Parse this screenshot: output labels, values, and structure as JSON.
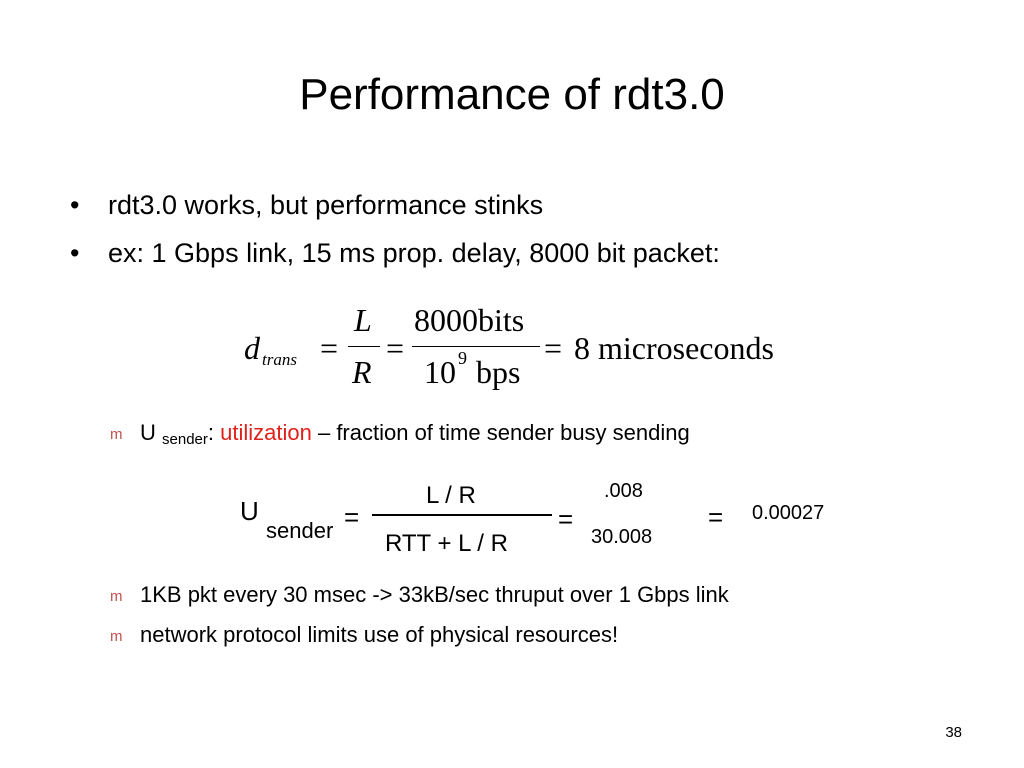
{
  "title": "Performance of rdt3.0",
  "bullets": [
    "rdt3.0 works, but performance stinks",
    "ex: 1 Gbps link, 15 ms prop. delay, 8000 bit packet:"
  ],
  "eq1": {
    "lhs": "d",
    "lhs_sub": "trans",
    "equals": "=",
    "num1": "L",
    "den1": "R",
    "num2": "8000bits",
    "den2_base": "10",
    "den2_exp": "9",
    "den2_unit": "bps",
    "result": "8 microseconds"
  },
  "sub_bullets": {
    "marker": "m",
    "utilization": {
      "prefix": "U",
      "sub": "sender",
      "colon": ":",
      "highlight": "utilization",
      "rest": " – fraction of time sender busy sending"
    },
    "items": [
      "1KB pkt every 30 msec -> 33kB/sec thruput over 1 Gbps link",
      "network protocol limits use of physical resources!"
    ]
  },
  "eq2": {
    "lhs": "U",
    "lhs_sub": "sender",
    "equals": "=",
    "num1": "L / R",
    "den1": "RTT + L / R",
    "num2": ".008",
    "den2": "30.008",
    "result": "0.00027"
  },
  "page_number": "38",
  "colors": {
    "highlight": "#e0201a",
    "marker": "#c0504d"
  }
}
